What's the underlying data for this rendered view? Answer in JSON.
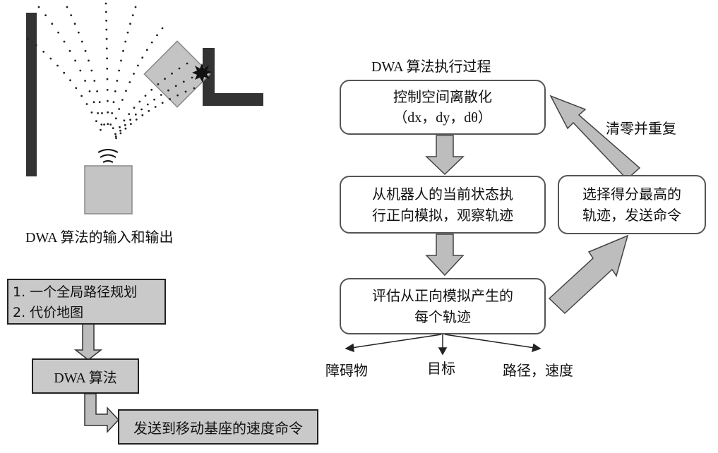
{
  "left_top": {
    "caption": "DWA 算法的输入和输出"
  },
  "left_bottom": {
    "inputs": [
      "1. 一个全局路径规划",
      "2. 代价地图"
    ],
    "dwa_box": "DWA 算法",
    "output_box": "发送到移动基座的速度命令"
  },
  "right": {
    "title": "DWA 算法执行过程",
    "step1_line1": "控制空间离散化",
    "step1_line2": "（dx，dy，dθ）",
    "step2_line1": "从机器人的当前状态执",
    "step2_line2": "行正向模拟，观察轨迹",
    "step3_line1": "评估从正向模拟产生的",
    "step3_line2": "每个轨迹",
    "step4_line1": "选择得分最高的",
    "step4_line2": "轨迹，发送命令",
    "loop_label": "清零并重复",
    "criteria": [
      "障碍物",
      "目标",
      "路径，速度"
    ]
  }
}
